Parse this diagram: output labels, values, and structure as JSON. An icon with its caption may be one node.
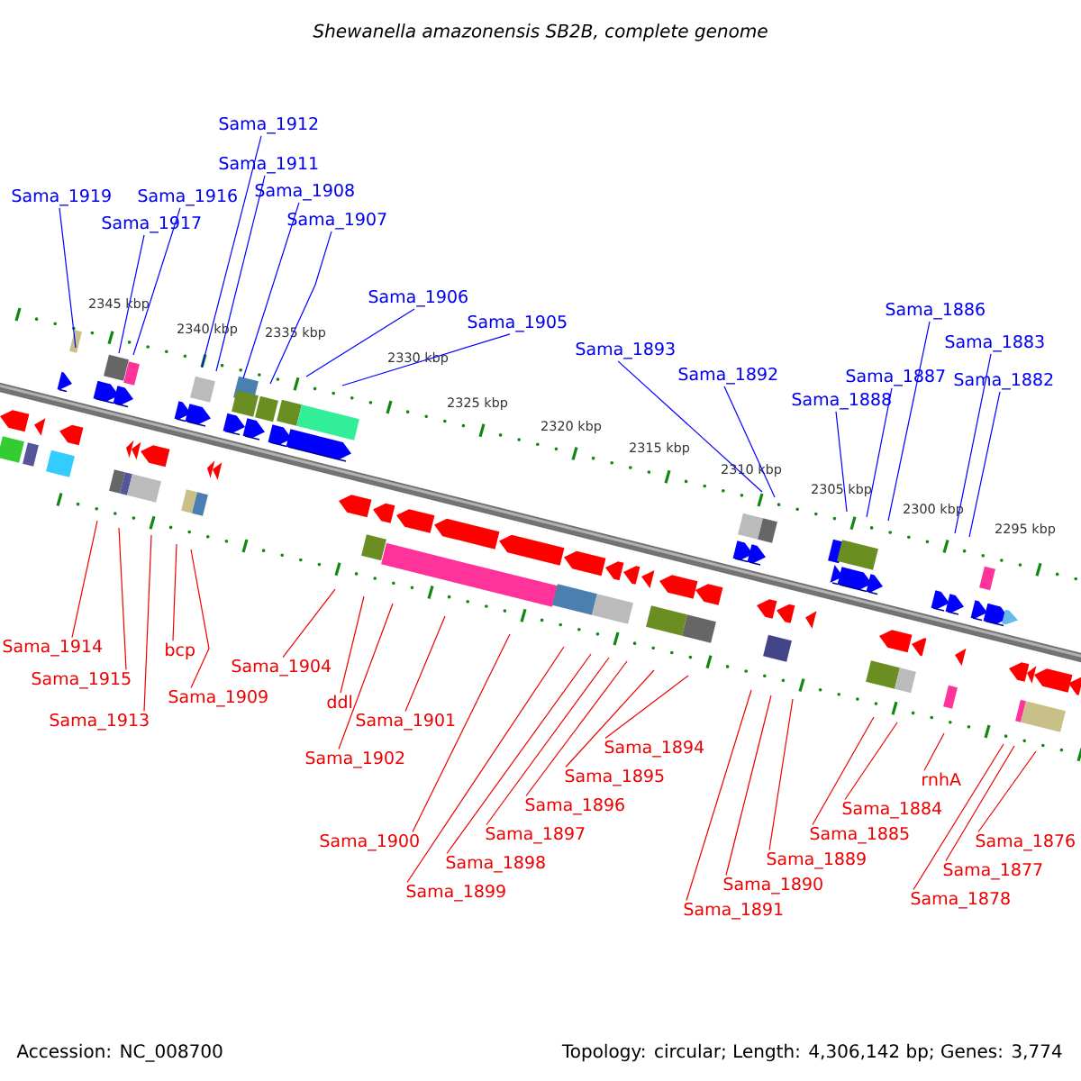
{
  "diagram": {
    "title": "Shewanella amazonensis SB2B, complete genome",
    "nodes": [
      {
        "text": [
          "Sama_1912"
        ]
      },
      {
        "text": [
          "Sama_1911"
        ]
      },
      {
        "text": [
          "Sama_1908"
        ]
      },
      {
        "text": [
          "Sama_1919"
        ]
      },
      {
        "text": [
          "Sama_1916"
        ]
      },
      {
        "text": [
          "Sama_1907"
        ]
      },
      {
        "text": [
          "Sama_1917"
        ]
      },
      {
        "text": [
          "Sama_1906"
        ]
      },
      {
        "text": [
          "Sama_1886"
        ]
      },
      {
        "text": [
          "Sama_1905"
        ]
      },
      {
        "text": [
          "Sama_1883"
        ]
      },
      {
        "text": [
          "Sama_1893"
        ]
      },
      {
        "text": [
          "Sama_1887"
        ]
      },
      {
        "text": [
          "Sama_1892"
        ]
      },
      {
        "text": [
          "Sama_1882"
        ]
      },
      {
        "text": [
          "Sama_1888"
        ]
      },
      {
        "text": [
          "Sama_1914"
        ]
      },
      {
        "text": [
          "bcp"
        ]
      },
      {
        "text": [
          "Sama_1904"
        ]
      },
      {
        "text": [
          "Sama_1915"
        ]
      },
      {
        "text": [
          "Sama_1909"
        ]
      },
      {
        "text": [
          "ddl"
        ]
      },
      {
        "text": [
          "Sama_1913"
        ]
      },
      {
        "text": [
          "Sama_1901"
        ]
      },
      {
        "text": [
          "Sama_1902"
        ]
      },
      {
        "text": [
          "Sama_1898"
        ]
      },
      {
        "text": [
          "Sama_1894"
        ]
      },
      {
        "text": [
          "Sama_1899"
        ]
      },
      {
        "text": [
          "Sama_1889"
        ]
      },
      {
        "text": [
          "Sama_1895"
        ]
      },
      {
        "text": [
          "Sama_1900"
        ]
      },
      {
        "text": [
          "Sama_1896"
        ]
      },
      {
        "text": [
          "Sama_1890"
        ]
      },
      {
        "text": [
          "Sama_1885"
        ]
      },
      {
        "text": [
          "rnhA"
        ]
      },
      {
        "text": [
          "Sama_1884"
        ]
      },
      {
        "text": [
          "Sama_1897"
        ]
      },
      {
        "text": [
          "Sama_1891"
        ]
      },
      {
        "text": [
          "Sama_1876"
        ]
      },
      {
        "text": [
          "Sama_1877"
        ]
      },
      {
        "text": [
          "Sama_1878"
        ]
      }
    ],
    "edges": [
      {
        "from": 0,
        "to": null,
        "arrow": "none",
        "color": "#0000ff"
      },
      {
        "from": 1,
        "to": null,
        "arrow": "none",
        "color": "#0000ff"
      },
      {
        "from": 2,
        "to": null,
        "arrow": "none",
        "color": "#0000ff"
      },
      {
        "from": 3,
        "to": null,
        "arrow": "none",
        "color": "#0000ff"
      },
      {
        "from": 4,
        "to": null,
        "arrow": "none",
        "color": "#0000ff"
      },
      {
        "from": 5,
        "to": null,
        "arrow": "none",
        "color": "#0000ff"
      },
      {
        "from": 6,
        "to": null,
        "arrow": "none",
        "color": "#0000ff"
      },
      {
        "from": 7,
        "to": null,
        "arrow": "none",
        "color": "#0000ff"
      },
      {
        "from": 8,
        "to": null,
        "arrow": "none",
        "color": "#0000ff"
      },
      {
        "from": 9,
        "to": null,
        "arrow": "none",
        "color": "#0000ff"
      },
      {
        "from": 10,
        "to": null,
        "arrow": "none",
        "color": "#0000ff"
      },
      {
        "from": 11,
        "to": null,
        "arrow": "none",
        "color": "#0000ff"
      },
      {
        "from": 12,
        "to": null,
        "arrow": "none",
        "color": "#0000ff"
      },
      {
        "from": 13,
        "to": null,
        "arrow": "none",
        "color": "#0000ff"
      },
      {
        "from": 14,
        "to": null,
        "arrow": "none",
        "color": "#0000ff"
      },
      {
        "from": 15,
        "to": null,
        "arrow": "none",
        "color": "#0000ff"
      },
      {
        "from": 16,
        "to": null,
        "arrow": "none"
      },
      {
        "from": 17,
        "to": null,
        "arrow": "none"
      },
      {
        "from": 18,
        "to": null,
        "arrow": "none"
      },
      {
        "from": 19,
        "to": null,
        "arrow": "none"
      },
      {
        "from": 20,
        "to": null,
        "arrow": "none"
      },
      {
        "from": 21,
        "to": null,
        "arrow": "none"
      },
      {
        "from": 22,
        "to": null,
        "arrow": "none"
      },
      {
        "from": 23,
        "to": null,
        "arrow": "none"
      },
      {
        "from": 24,
        "to": null,
        "arrow": "none"
      },
      {
        "from": 25,
        "to": null,
        "arrow": "none"
      },
      {
        "from": 26,
        "to": null,
        "arrow": "none"
      },
      {
        "from": 27,
        "to": null,
        "arrow": "none"
      },
      {
        "from": 28,
        "to": null,
        "arrow": "none"
      },
      {
        "from": 29,
        "to": null,
        "arrow": "none"
      },
      {
        "from": 30,
        "to": null,
        "arrow": "none"
      },
      {
        "from": 31,
        "to": null,
        "arrow": "none"
      },
      {
        "from": 32,
        "to": null,
        "arrow": "none"
      },
      {
        "from": 33,
        "to": null,
        "arrow": "none"
      },
      {
        "from": 34,
        "to": null,
        "arrow": "none"
      },
      {
        "from": 35,
        "to": null,
        "arrow": "none"
      },
      {
        "from": 36,
        "to": null,
        "arrow": "none"
      },
      {
        "from": 37,
        "to": null,
        "arrow": "none"
      },
      {
        "from": 38,
        "to": null,
        "arrow": "none"
      },
      {
        "from": 39,
        "to": null,
        "arrow": "none"
      },
      {
        "from": 40,
        "to": null,
        "arrow": "none"
      }
    ],
    "labels": [
      "2345 kbp",
      "2340 kbp",
      "2335 kbp",
      "2330 kbp",
      "2325 kbp",
      "2320 kbp",
      "2315 kbp",
      "2310 kbp",
      "2305 kbp",
      "2300 kbp",
      "2295 kbp",
      "Accession: NC_008700",
      "Topology: circular; Length: 4,306,142 bp; Genes: 3,774"
    ]
  }
}
